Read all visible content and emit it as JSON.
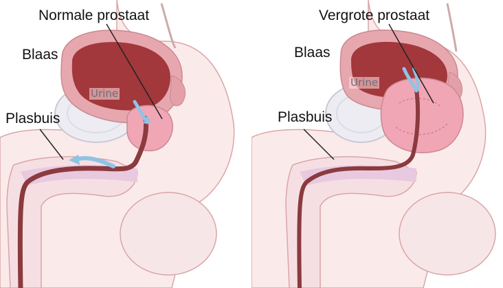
{
  "left_panel": {
    "title": "Normale prostaat",
    "bladder_label": "Blaas",
    "urethra_label": "Plasbuis",
    "urine_label": "Urine"
  },
  "right_panel": {
    "title": "Vergrote prostaat",
    "bladder_label": "Blaas",
    "urethra_label": "Plasbuis",
    "urine_label": "Urine"
  },
  "colors": {
    "bladder_wall": "#e7a7ae",
    "bladder_inner": "#a2383c",
    "prostate": "#f0a6b4",
    "urine_flow": "#8fc3e6",
    "pubic_bone": "#ececf2",
    "skin": "#fbeaea"
  }
}
